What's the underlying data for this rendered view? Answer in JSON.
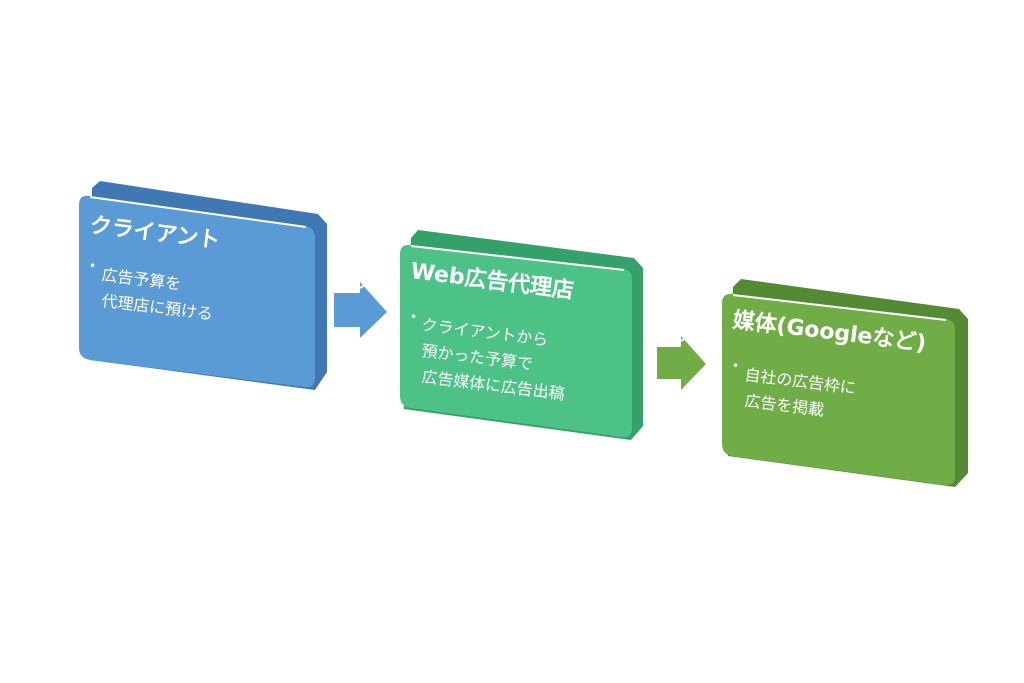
{
  "boxes": [
    {
      "title": "クライアント",
      "lines": [
        "広告予算を",
        "代理店に預ける"
      ],
      "color": "#5B9BD5",
      "side_color": "#3F78B3"
    },
    {
      "title": "Web広告代理店",
      "lines": [
        "クライアントから",
        "預かった予算で",
        "広告媒体に広告出稿"
      ],
      "color": "#4DC287",
      "side_color": "#34A06A"
    },
    {
      "title": "媒体(Googleなど)",
      "lines": [
        "自社の広告枠に",
        "広告を掲載"
      ],
      "color": "#70AD47",
      "side_color": "#548A33"
    }
  ],
  "arrows": [
    {
      "from": 0,
      "to": 1,
      "color": "#5B9BD5",
      "icon": "right-arrow-icon"
    },
    {
      "from": 1,
      "to": 2,
      "color": "#70AD47",
      "icon": "right-arrow-icon"
    }
  ]
}
